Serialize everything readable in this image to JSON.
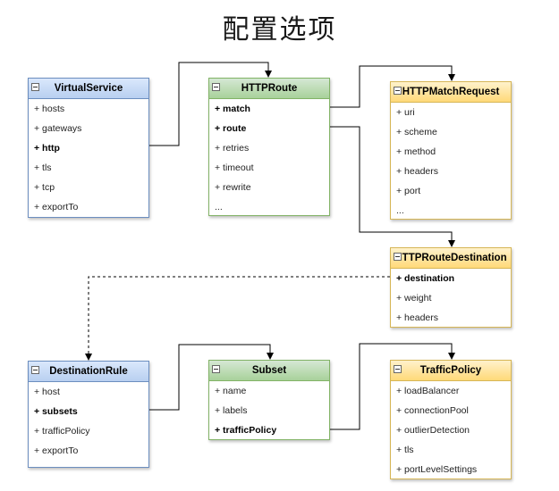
{
  "title": "配置选项",
  "boxes": {
    "virtualservice": {
      "title": "VirtualService",
      "color": "blue",
      "fields": [
        {
          "text": "+ hosts",
          "bold": false
        },
        {
          "text": "+ gateways",
          "bold": false
        },
        {
          "text": "+ http",
          "bold": true
        },
        {
          "text": "+ tls",
          "bold": false
        },
        {
          "text": "+ tcp",
          "bold": false
        },
        {
          "text": "+ exportTo",
          "bold": false
        }
      ]
    },
    "httproute": {
      "title": "HTTPRoute",
      "color": "green",
      "fields": [
        {
          "text": "+ match",
          "bold": true
        },
        {
          "text": "+ route",
          "bold": true
        },
        {
          "text": "+ retries",
          "bold": false
        },
        {
          "text": "+ timeout",
          "bold": false
        },
        {
          "text": "+ rewrite",
          "bold": false
        },
        {
          "text": "...",
          "bold": false
        }
      ]
    },
    "httpmatchrequest": {
      "title": "HTTPMatchRequest",
      "color": "yellow",
      "fields": [
        {
          "text": "+ uri",
          "bold": false
        },
        {
          "text": "+ scheme",
          "bold": false
        },
        {
          "text": "+ method",
          "bold": false
        },
        {
          "text": "+ headers",
          "bold": false
        },
        {
          "text": "+ port",
          "bold": false
        },
        {
          "text": "...",
          "bold": false
        }
      ]
    },
    "httproutedestination": {
      "title": "HTTPRouteDestination",
      "color": "yellow",
      "fields": [
        {
          "text": "+ destination",
          "bold": true
        },
        {
          "text": "+ weight",
          "bold": false
        },
        {
          "text": "+ headers",
          "bold": false
        }
      ]
    },
    "destinationrule": {
      "title": "DestinationRule",
      "color": "blue",
      "fields": [
        {
          "text": "+ host",
          "bold": false
        },
        {
          "text": "+ subsets",
          "bold": true
        },
        {
          "text": "+ trafficPolicy",
          "bold": false
        },
        {
          "text": "+ exportTo",
          "bold": false
        }
      ]
    },
    "subset": {
      "title": "Subset",
      "color": "green",
      "fields": [
        {
          "text": "+ name",
          "bold": false
        },
        {
          "text": "+ labels",
          "bold": false
        },
        {
          "text": "+ trafficPolicy",
          "bold": true
        }
      ]
    },
    "trafficpolicy": {
      "title": "TrafficPolicy",
      "color": "yellow",
      "fields": [
        {
          "text": "+ loadBalancer",
          "bold": false
        },
        {
          "text": "+ connectionPool",
          "bold": false
        },
        {
          "text": "+ outlierDetection",
          "bold": false
        },
        {
          "text": "+ tls",
          "bold": false
        },
        {
          "text": "+ portLevelSettings",
          "bold": false
        }
      ]
    }
  },
  "connections": [
    {
      "from": "virtualservice.http",
      "to": "httproute",
      "style": "solid"
    },
    {
      "from": "httproute.match",
      "to": "httpmatchrequest",
      "style": "solid"
    },
    {
      "from": "httproute.route",
      "to": "httproutedestination",
      "style": "solid"
    },
    {
      "from": "httproutedestination.destination",
      "to": "destinationrule",
      "style": "dashed"
    },
    {
      "from": "destinationrule.subsets",
      "to": "subset",
      "style": "solid"
    },
    {
      "from": "subset.trafficPolicy",
      "to": "trafficpolicy",
      "style": "solid"
    }
  ]
}
